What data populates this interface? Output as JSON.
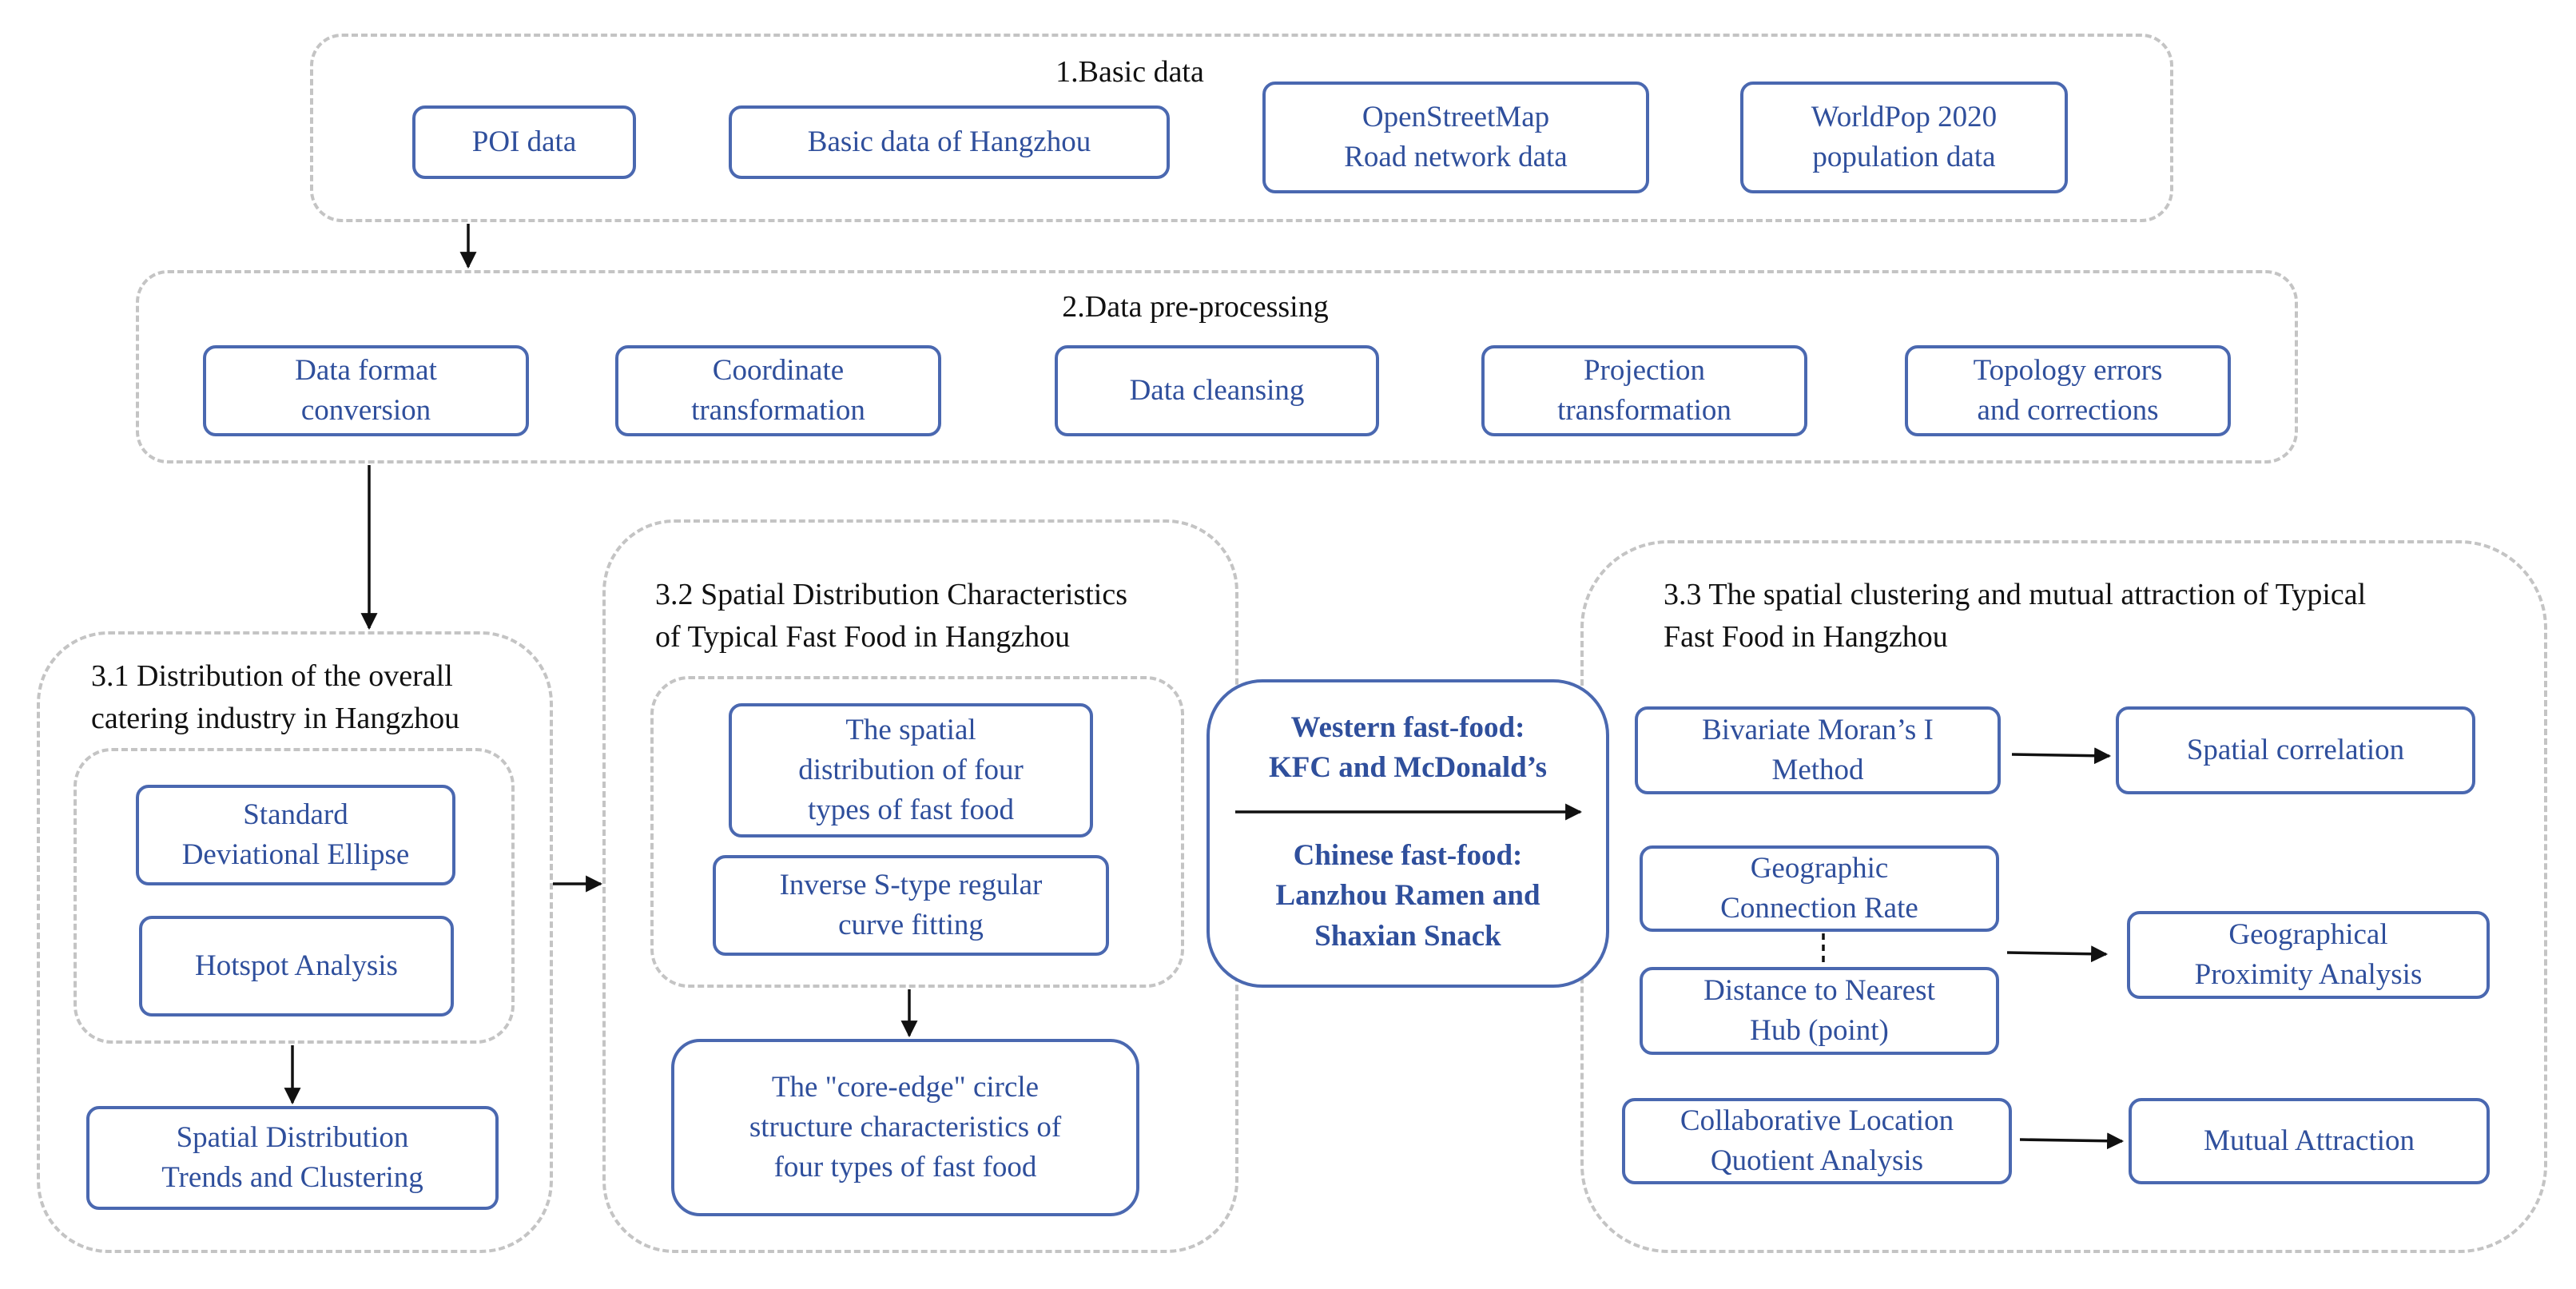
{
  "s1": {
    "title": "1.Basic data",
    "poi": "POI data",
    "basic": "Basic data of Hangzhou",
    "osm": "OpenStreetMap\nRoad network data",
    "worldpop": "WorldPop 2020\npopulation data"
  },
  "s2": {
    "title": "2.Data pre-processing",
    "format": "Data format\nconversion",
    "coord": "Coordinate\ntransformation",
    "cleansing": "Data cleansing",
    "projection": "Projection\ntransformation",
    "topology": "Topology errors\nand corrections"
  },
  "s31": {
    "title": "3.1 Distribution of the overall\ncatering industry in Hangzhou",
    "sde": "Standard\nDeviational Ellipse",
    "hotspot": "Hotspot Analysis",
    "trends": "Spatial Distribution\nTrends and Clustering"
  },
  "s32": {
    "title": "3.2 Spatial Distribution Characteristics\nof Typical Fast Food in Hangzhou",
    "spatial": "The spatial\ndistribution of four\ntypes of fast food",
    "inverse": "Inverse S-type regular\ncurve fitting",
    "core_edge": "The \"core-edge\" circle\nstructure characteristics of\nfour types of fast food"
  },
  "middle": {
    "western": "Western fast-food:\nKFC and McDonald’s",
    "chinese": "Chinese fast-food:\nLanzhou Ramen and\nShaxian Snack"
  },
  "s33": {
    "title": "3.3 The spatial clustering and mutual attraction of Typical\nFast Food in Hangzhou",
    "moran": "Bivariate Moran’s I\nMethod",
    "correlation": "Spatial correlation",
    "connection": "Geographic\nConnection Rate",
    "distance": "Distance to Nearest\nHub (point)",
    "proximity": "Geographical\nProximity Analysis",
    "clq": "Collaborative Location\nQuotient Analysis",
    "mutual": "Mutual Attraction"
  },
  "colors": {
    "box_border": "#4a68b0",
    "box_text": "#2f4f9c",
    "dashed_border": "#c4c4c4",
    "arrow": "#111111"
  }
}
